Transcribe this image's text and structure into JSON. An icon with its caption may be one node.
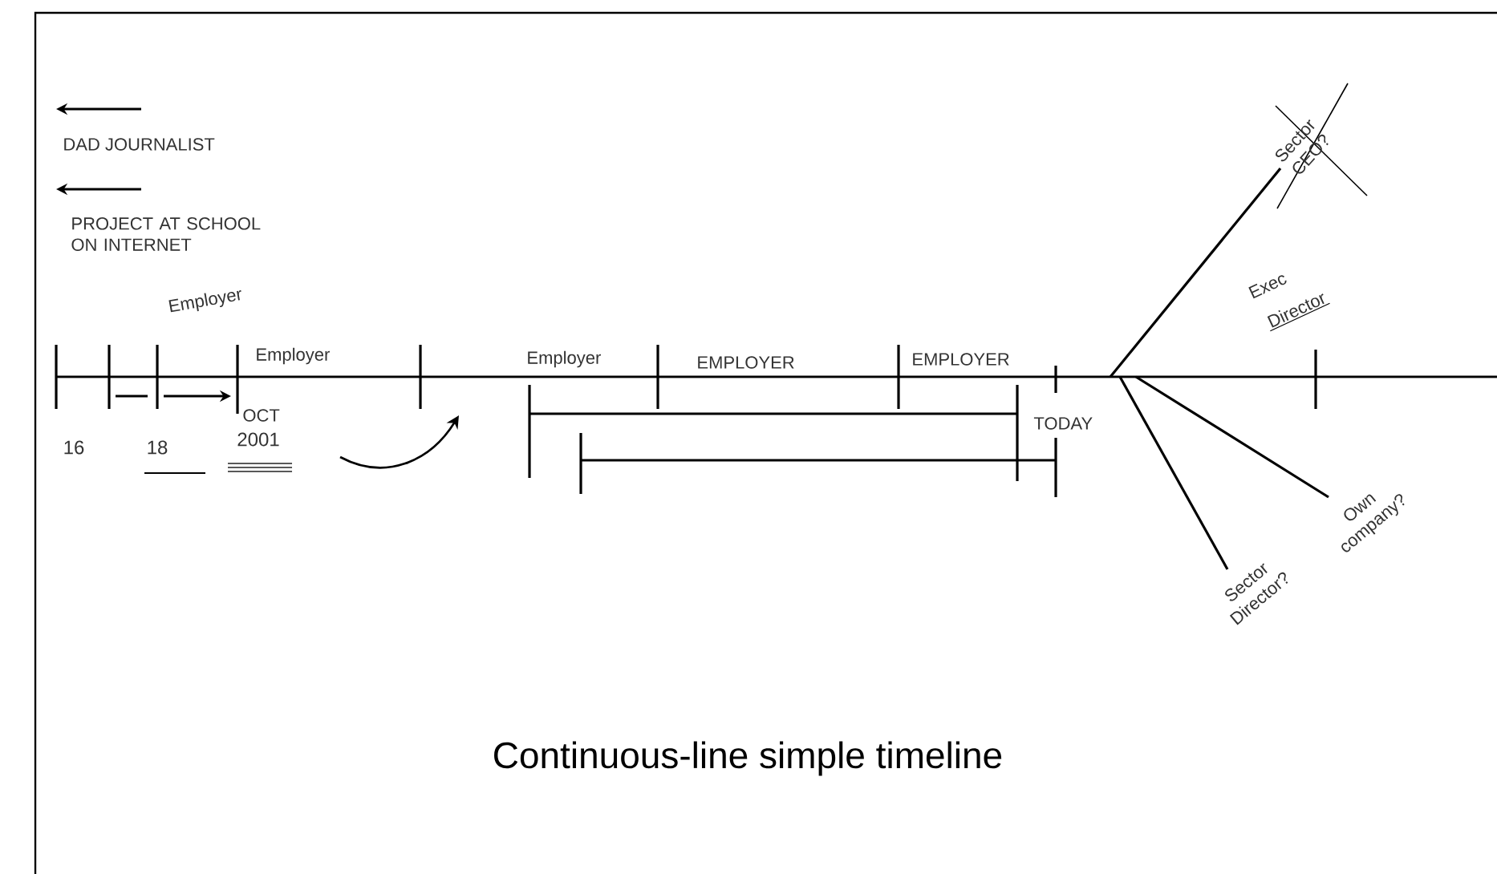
{
  "diagram": {
    "caption": "Continuous-line simple timeline",
    "labels": [
      "DAD JOURNALIST",
      "PROJECT AT SCHOOL ON INTERNET",
      "Sector CEO?",
      "Employer",
      "Exec",
      "Director",
      "Employer",
      "Employer",
      "EMPLOYER",
      "EMPLOYER",
      "OCT",
      "TODAY",
      "16",
      "18",
      "2001",
      "Own company?",
      "Sector Director?"
    ]
  }
}
